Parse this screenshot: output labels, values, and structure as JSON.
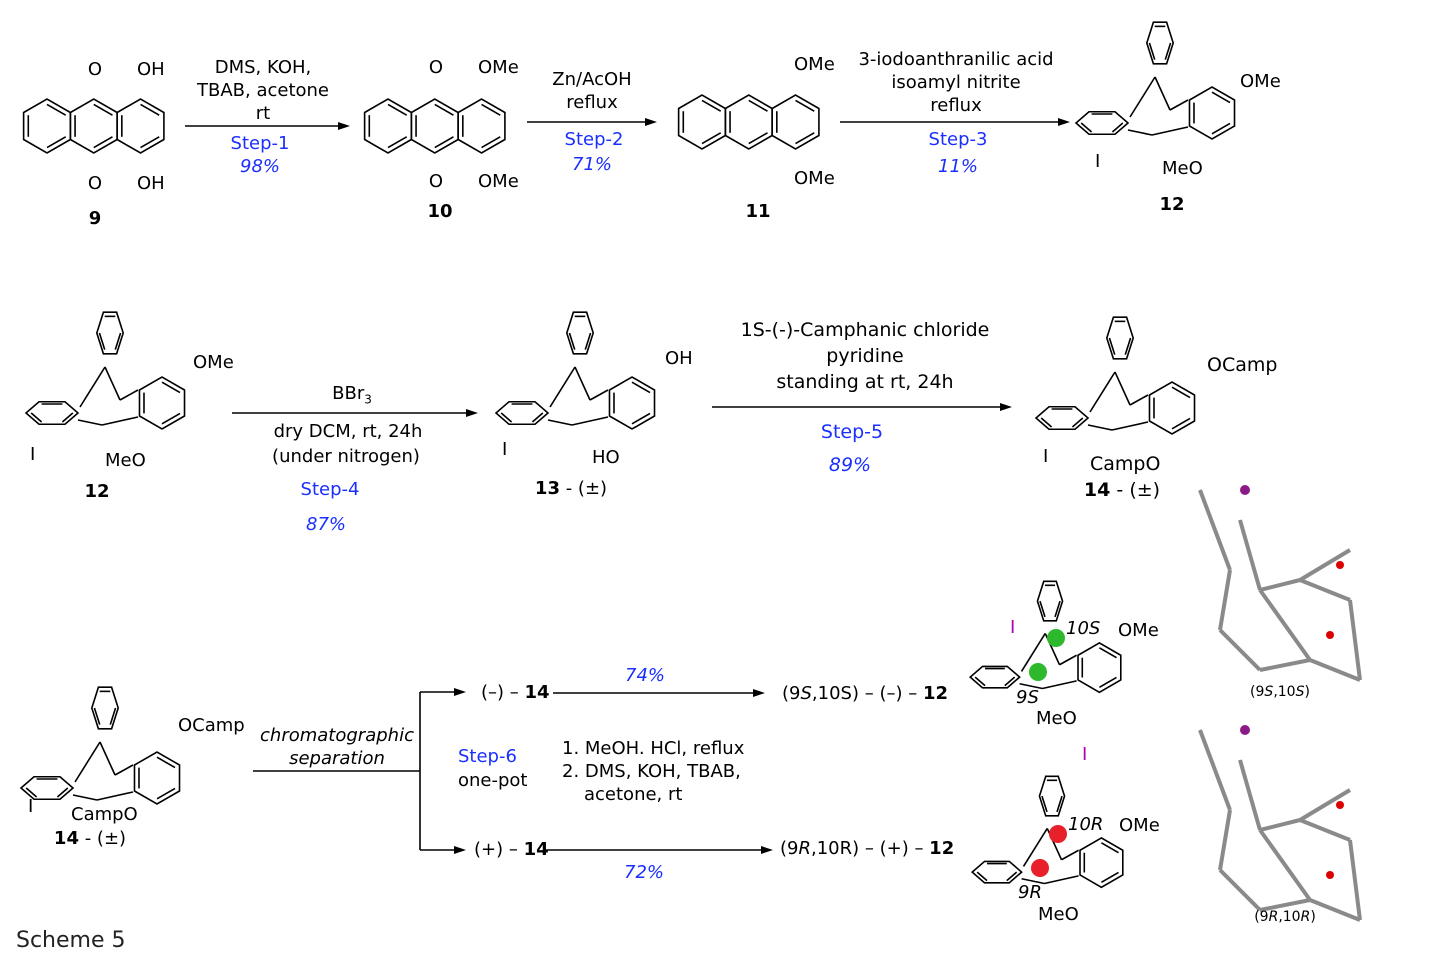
{
  "caption": "Scheme 5",
  "row1": {
    "c9": {
      "label": "9",
      "O_top": "O",
      "O_bot": "O",
      "OH_top": "OH",
      "OH_bot": "OH"
    },
    "c10": {
      "label": "10",
      "O_top": "O",
      "O_bot": "O",
      "OMe_top": "OMe",
      "OMe_bot": "OMe"
    },
    "c11": {
      "label": "11",
      "OMe_top": "OMe",
      "OMe_bot": "OMe"
    },
    "c12": {
      "label": "12",
      "OMe": "OMe",
      "MeO": "MeO",
      "I": "I"
    },
    "step1": {
      "reagents": [
        "DMS, KOH,",
        "TBAB, acetone",
        "rt"
      ],
      "step": "Step-1",
      "yield": "98%"
    },
    "step2": {
      "reagents": [
        "Zn/AcOH",
        "reflux"
      ],
      "step": "Step-2",
      "yield": "71%"
    },
    "step3": {
      "reagents": [
        "3-iodoanthranilic acid",
        "isoamyl nitrite",
        "reflux"
      ],
      "step": "Step-3",
      "yield": "11%"
    }
  },
  "row2": {
    "c12": {
      "label": "12",
      "OMe": "OMe",
      "MeO": "MeO",
      "I": "I"
    },
    "c13": {
      "label": "13",
      "suffix": " - (±)",
      "OH": "OH",
      "HO": "HO",
      "I": "I"
    },
    "c14": {
      "label": "14",
      "suffix": " - (±)",
      "OCamp": "OCamp",
      "CampO": "CampO",
      "I": "I"
    },
    "step4": {
      "reagent": "BBr",
      "sub": "3",
      "conditions": [
        "dry DCM, rt, 24h",
        "(under nitrogen)"
      ],
      "step": "Step-4",
      "yield": "87%"
    },
    "step5": {
      "reagents": [
        "1S-(-)-Camphanic chloride",
        "pyridine",
        "standing at rt, 24h"
      ],
      "step": "Step-5",
      "yield": "89%"
    }
  },
  "row3": {
    "c14": {
      "label": "14",
      "suffix": " - (±)",
      "OCamp": "OCamp",
      "CampO": "CampO",
      "I": "I"
    },
    "separation": [
      "chromatographic",
      "separation"
    ],
    "step6": {
      "step": "Step-6",
      "mode": "one-pot",
      "conditions": [
        "1. MeOH. HCl, reflux",
        "2. DMS, KOH, TBAB,",
        "acetone, rt"
      ]
    },
    "minus": {
      "start_pre": "(–) – ",
      "start_num": "14",
      "yield": "74%",
      "product_pre": "(9",
      "product_s1": "S",
      "product_mid": ",10S) – (–) – ",
      "product_num": "12",
      "c9": "9S",
      "c10": "10S",
      "OMe": "OMe",
      "MeO": "MeO",
      "I": "I",
      "model_pre": "(9",
      "model_s1": "S",
      "model_mid": ",10",
      "model_s2": "S",
      "model_post": ")"
    },
    "plus": {
      "start_pre": "(+) – ",
      "start_num": "14",
      "yield": "72%",
      "product_pre": "(9",
      "product_s1": "R",
      "product_mid": ",10R) – (+) – ",
      "product_num": "12",
      "c9": "9R",
      "c10": "10R",
      "OMe": "OMe",
      "MeO": "MeO",
      "I": "I",
      "model_pre": "(9",
      "model_s1": "R",
      "model_mid": ",10",
      "model_s2": "R",
      "model_post": ")"
    }
  },
  "colors": {
    "step": "#1a2fff",
    "iodine": "#b000b0",
    "S_center": "#2db82d",
    "R_center": "#e8202a"
  }
}
